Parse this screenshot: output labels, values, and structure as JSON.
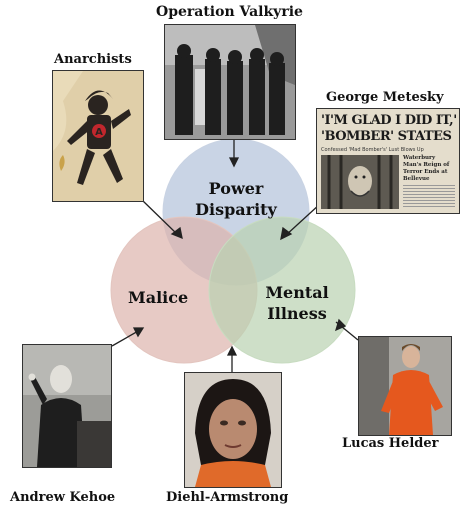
{
  "labels": {
    "operation_valkyrie": "Operation Valkyrie",
    "anarchists": "Anarchists",
    "george_metesky": "George Metesky",
    "lucas_helder": "Lucas Helder",
    "andrew_kehoe": "Andrew Kehoe",
    "diehl_armstrong": "Diehl-Armstrong"
  },
  "circles": {
    "power_line1": "Power",
    "power_line2": "Disparity",
    "malice": "Malice",
    "mental_line1": "Mental",
    "mental_line2": "Illness"
  },
  "newspaper": {
    "headline_line1": "'I'M GLAD I DID IT,'",
    "headline_line2": "'BOMBER' STATES",
    "sub1": "Confessed 'Mad Bomber's' Lust Blows Up",
    "sub2": "Waterbury Man's Reign of Terror Ends at Bellevue"
  },
  "colors": {
    "power": "#b7c6dc",
    "malice": "#ddb4ac",
    "mental": "#b9d2b1"
  }
}
